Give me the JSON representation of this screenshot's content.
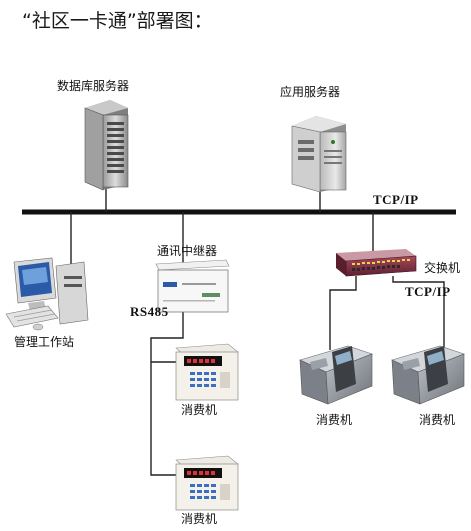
{
  "title": "“社区一卡通”部署图：",
  "nodes": {
    "db_server": "数据库服务器",
    "app_server": "应用服务器",
    "relay": "通讯中继器",
    "switch": "交换机",
    "workstation": "管理工作站",
    "pos_1": "消费机",
    "pos_2": "消费机",
    "pos_3": "消费机",
    "pos_4": "消费机"
  },
  "protocols": {
    "backbone": "TCP/IP",
    "switch_link": "TCP/IP",
    "serial": "RS485"
  },
  "colors": {
    "line": "#222222",
    "accent_red": "#b0303a",
    "screen_blue": "#2a5aa8"
  }
}
